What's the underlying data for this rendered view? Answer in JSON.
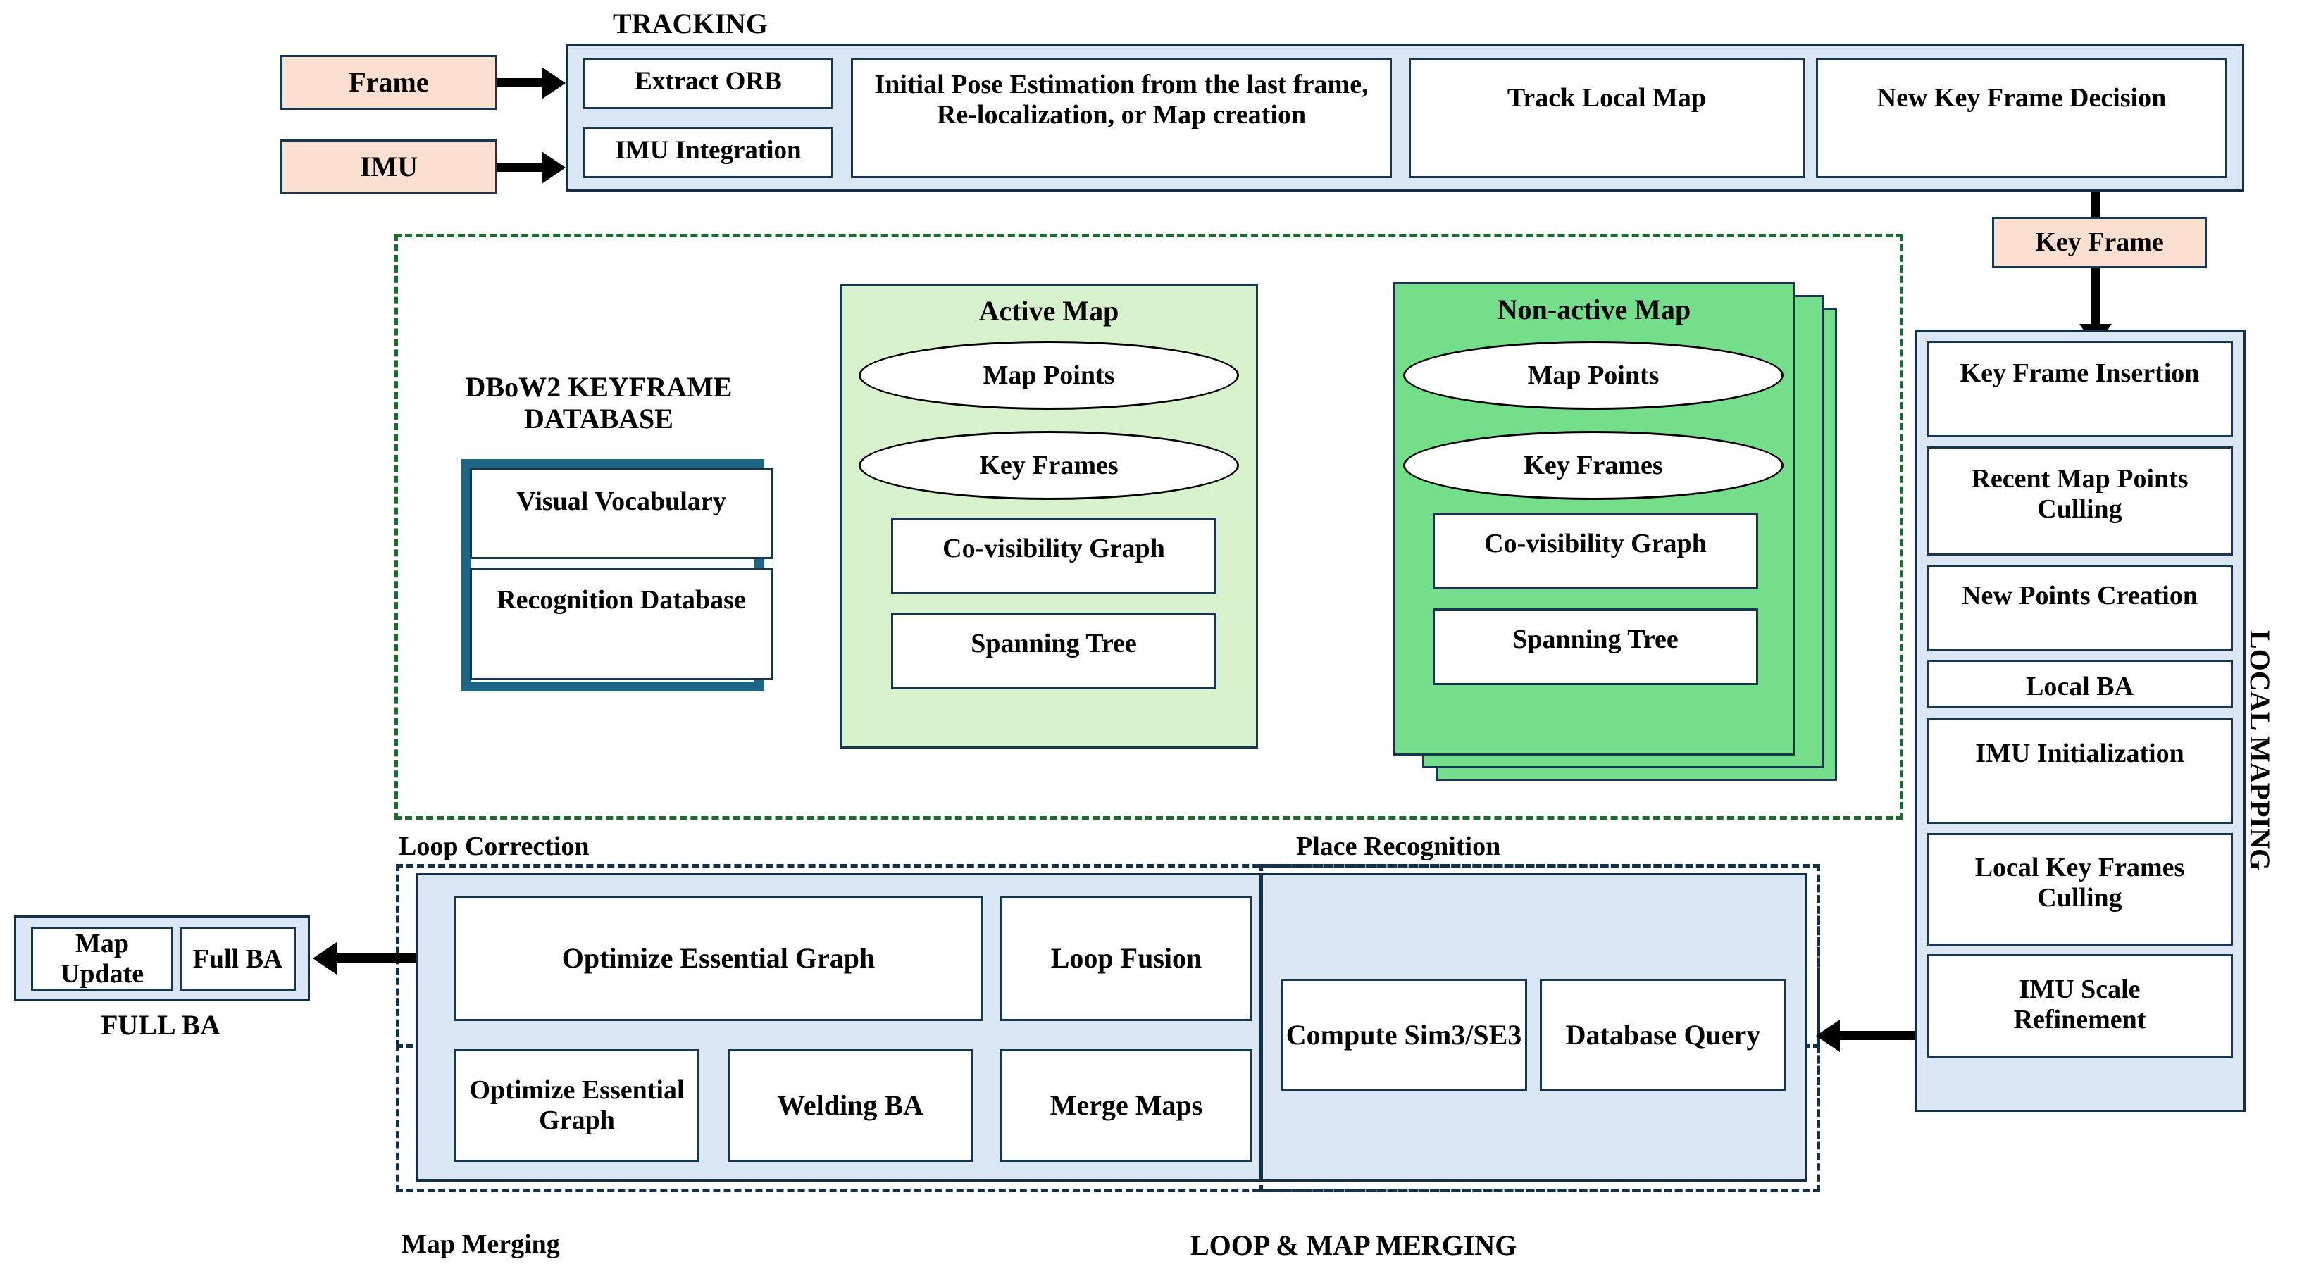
{
  "figure": {
    "title": "ORB-SLAM3 system architecture block diagram"
  },
  "inputs": {
    "frame": "Frame",
    "imu": "IMU"
  },
  "tracking": {
    "title": "TRACKING",
    "boxes": [
      {
        "label": "Extract ORB"
      },
      {
        "label": "IMU Integration"
      },
      {
        "label": "Initial Pose Estimation from the last frame, Re-localization, or Map creation"
      },
      {
        "label": "Track Local Map"
      },
      {
        "label": "New Key Frame Decision"
      }
    ]
  },
  "keyframe_token": {
    "label": "Key Frame"
  },
  "atlas": {
    "dbow2": {
      "title": "DBoW2 KEYFRAME DATABASE",
      "items": [
        {
          "label": "Visual Vocabulary"
        },
        {
          "label": "Recognition Database"
        }
      ]
    },
    "active_map": {
      "title": "Active Map",
      "ellipses": [
        {
          "label": "Map Points"
        },
        {
          "label": "Key Frames"
        }
      ],
      "boxes": [
        {
          "label": "Co-visibility Graph"
        },
        {
          "label": "Spanning Tree"
        }
      ]
    },
    "non_active_map": {
      "title": "Non-active Map",
      "ellipses": [
        {
          "label": "Map Points"
        },
        {
          "label": "Key Frames"
        }
      ],
      "boxes": [
        {
          "label": "Co-visibility Graph"
        },
        {
          "label": "Spanning Tree"
        }
      ]
    }
  },
  "local_mapping": {
    "title": "LOCAL MAPPING",
    "boxes": [
      {
        "label": "Key Frame Insertion"
      },
      {
        "label": "Recent Map Points Culling"
      },
      {
        "label": "New Points Creation"
      },
      {
        "label": "Local BA"
      },
      {
        "label": "IMU Initialization"
      },
      {
        "label": "Local Key Frames Culling"
      },
      {
        "label": "IMU Scale Refinement"
      }
    ]
  },
  "full_ba": {
    "title": "FULL BA",
    "boxes": [
      {
        "label": "Map Update"
      },
      {
        "label": "Full BA"
      }
    ]
  },
  "loop_map_merging": {
    "title": "LOOP & MAP MERGING",
    "loop_correction": {
      "title": "Loop Correction",
      "boxes": [
        {
          "label": "Optimize Essential Graph"
        },
        {
          "label": "Loop Fusion"
        }
      ]
    },
    "map_merging": {
      "title": "Map Merging",
      "boxes": [
        {
          "label": "Optimize Essential Graph"
        },
        {
          "label": "Welding BA"
        },
        {
          "label": "Merge Maps"
        }
      ]
    },
    "place_recognition": {
      "title": "Place Recognition",
      "boxes": [
        {
          "label": "Compute Sim3/SE3"
        },
        {
          "label": "Database Query"
        }
      ]
    }
  },
  "colors": {
    "panel_blue": "#dbe7f5",
    "peach": "#fbe0d2",
    "active_map_green": "#d9f2ce",
    "non_active_map_green": "#74de8b",
    "dbow2_teal": "#1c6585",
    "atlas_dash_green": "#1a6b2d",
    "border_dark": "#16374f"
  }
}
